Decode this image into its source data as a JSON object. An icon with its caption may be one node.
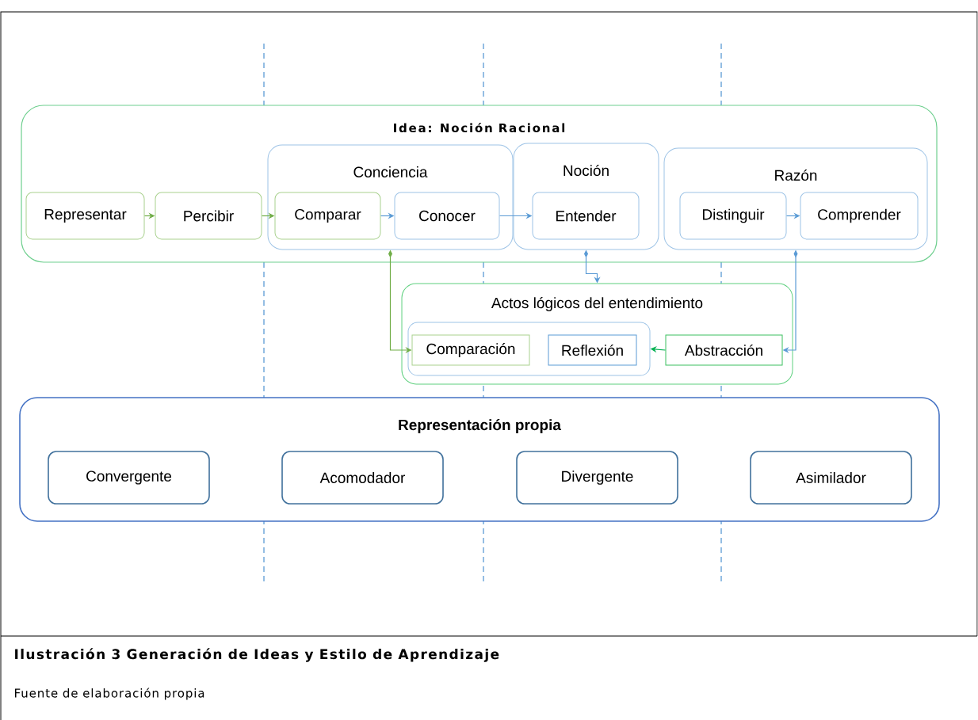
{
  "diagram": {
    "caption": "Ilustración 3 Generación de Ideas y Estilo de Aprendizaje",
    "nodes": [
      {
        "text": [
          "Idea: Noción Racional"
        ]
      },
      {
        "text": [
          "Representar"
        ],
        "in": 0
      },
      {
        "text": [
          "Percibir"
        ],
        "in": 0
      },
      {
        "text": [
          "Conciencia"
        ],
        "in": 0
      },
      {
        "text": [
          "Comparar"
        ],
        "in": 3
      },
      {
        "text": [
          "Conocer"
        ],
        "in": 3
      },
      {
        "text": [
          "Noción"
        ],
        "in": 0
      },
      {
        "text": [
          "Entender"
        ],
        "in": 6
      },
      {
        "text": [
          "Razón"
        ],
        "in": 0
      },
      {
        "text": [
          "Distinguir"
        ],
        "in": 8
      },
      {
        "text": [
          "Comprender"
        ],
        "in": 8
      },
      {
        "text": [
          "Actos lógicos del entendimiento"
        ]
      },
      {
        "text": [],
        "shape": "box",
        "in": 11
      },
      {
        "text": [
          "Comparación"
        ],
        "in": 12
      },
      {
        "text": [
          "Reflexión"
        ],
        "in": 12
      },
      {
        "text": [
          "Abstracción"
        ],
        "in": 11
      },
      {
        "text": [
          "Representación propia"
        ]
      },
      {
        "text": [
          "Convergente"
        ],
        "in": 16
      },
      {
        "text": [
          "Acomodador"
        ],
        "in": 16
      },
      {
        "text": [
          "Divergente"
        ],
        "in": 16
      },
      {
        "text": [
          "Asimilador"
        ],
        "in": 16
      }
    ],
    "edges": [
      {
        "from": 1,
        "to": 2,
        "arrow": "to",
        "color": "#70ad47"
      },
      {
        "from": 2,
        "to": 4,
        "arrow": "to",
        "color": "#70ad47"
      },
      {
        "from": 4,
        "to": 5,
        "arrow": "to"
      },
      {
        "from": 5,
        "to": 7,
        "arrow": "to"
      },
      {
        "from": 9,
        "to": 10,
        "arrow": "to"
      },
      {
        "from": 3,
        "to": 13,
        "arrow": "to",
        "color": "#70ad47"
      },
      {
        "from": 6,
        "to": 11,
        "arrow": "to"
      },
      {
        "from": 8,
        "to": 15,
        "arrow": "to"
      },
      {
        "from": 15,
        "to": 12,
        "arrow": "to",
        "color": "#00b050"
      }
    ],
    "labels": [
      "Fuente de elaboración propia"
    ]
  }
}
